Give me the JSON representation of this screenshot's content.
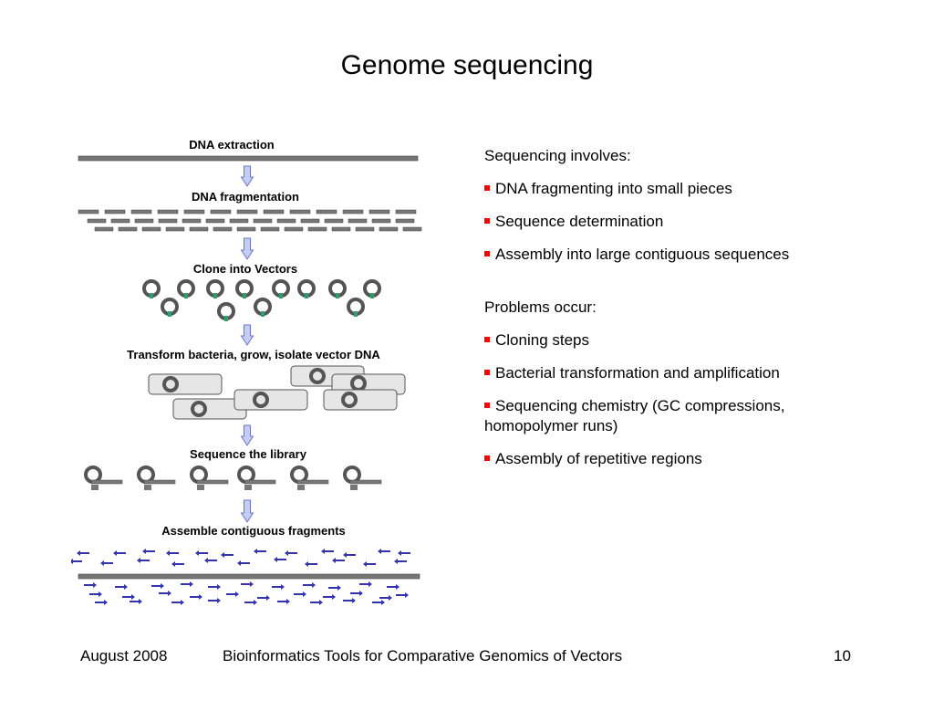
{
  "title": "Genome sequencing",
  "diagram": {
    "steps": [
      "DNA extraction",
      "DNA fragmentation",
      "Clone into Vectors",
      "Transform bacteria, grow, isolate vector DNA",
      "Sequence the library",
      "Assemble contiguous fragments"
    ],
    "colors": {
      "dna": "#777777",
      "ring": "#555555",
      "marker": "#2e9e6e",
      "cell_fill": "#e6e6e6",
      "arrow_fill": "#c5cdf2",
      "arrow_stroke": "#6a74c8",
      "read": "#3333aa"
    }
  },
  "right": {
    "section1": {
      "heading": "Sequencing involves:",
      "items": [
        "DNA fragmenting into small pieces",
        "Sequence determination",
        "Assembly into large contiguous sequences"
      ]
    },
    "section2": {
      "heading": "Problems occur:",
      "items": [
        "Cloning steps",
        "Bacterial transformation and amplification",
        "Sequencing chemistry (GC compressions, homopolymer runs)",
        "Assembly of repetitive regions"
      ]
    },
    "bullet_color": "#ff0000"
  },
  "footer": {
    "date": "August 2008",
    "title": "Bioinformatics Tools for Comparative Genomics of Vectors",
    "page": "10"
  }
}
